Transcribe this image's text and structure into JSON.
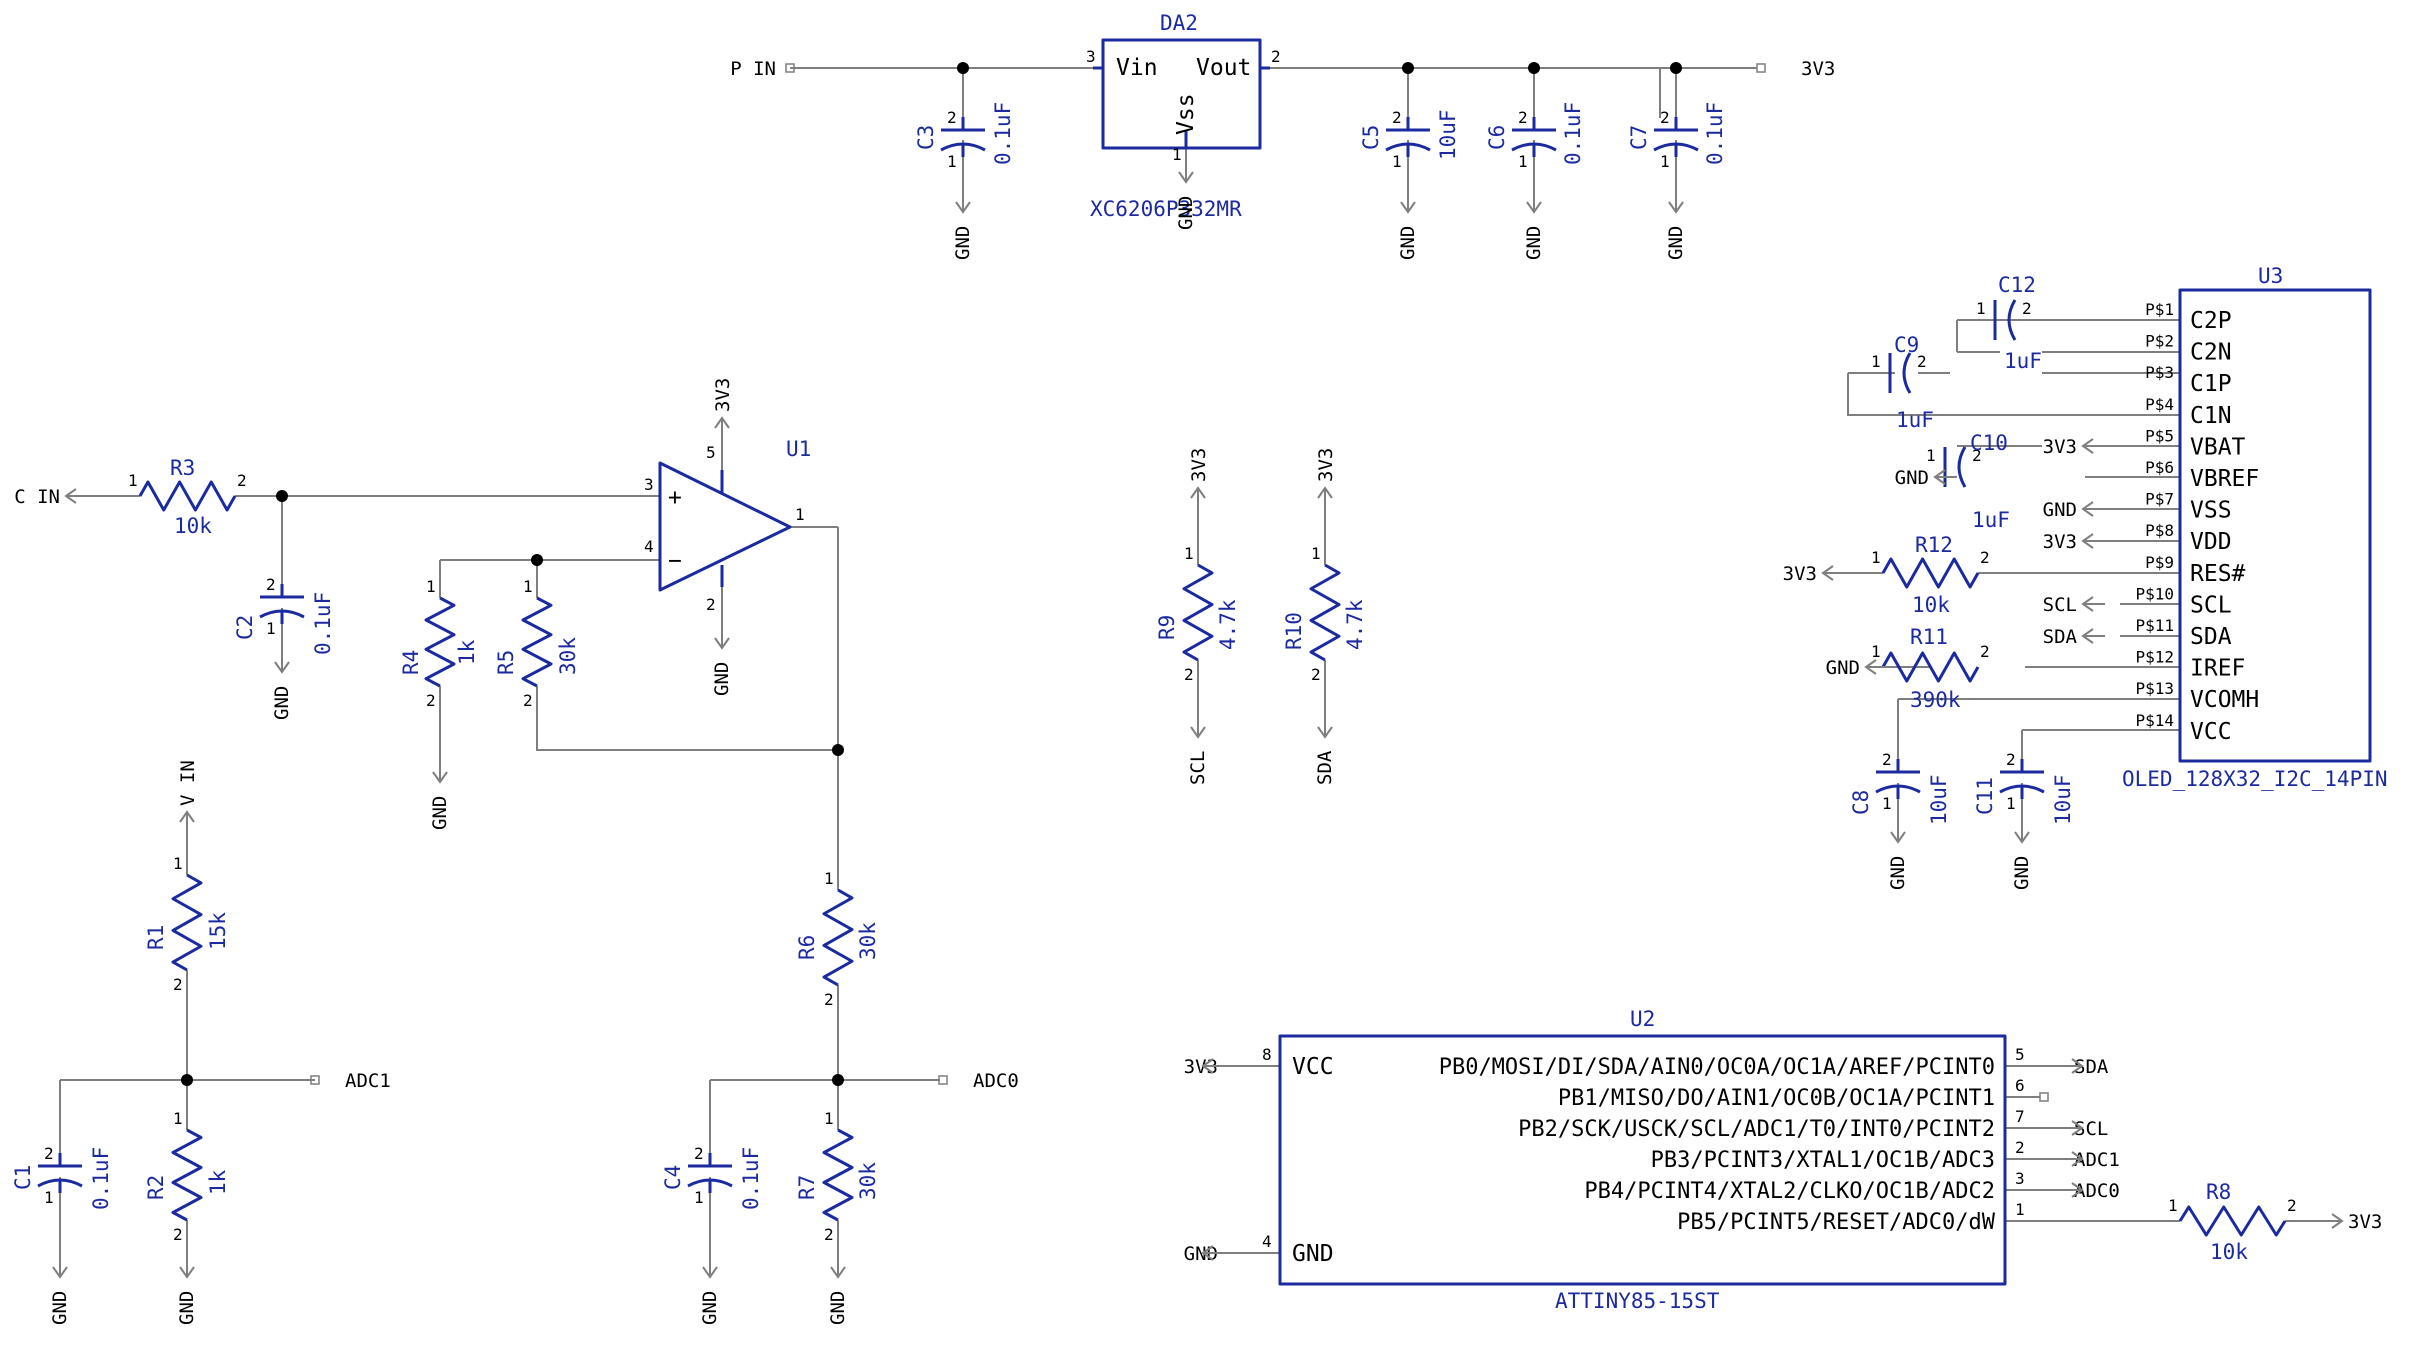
{
  "regulator": {
    "ref": "DA2",
    "value": "XC6206P332MR",
    "pins": {
      "vin": "Vin",
      "vout": "Vout",
      "vss": "Vss"
    },
    "pin_nums": {
      "vin": "3",
      "vout": "2",
      "vss": "1"
    }
  },
  "opamp": {
    "ref": "U1",
    "pin_plus": "3",
    "pin_minus": "4",
    "pin_out": "1",
    "pin_vcc": "5",
    "pin_gnd": "2",
    "plus": "+",
    "minus": "−"
  },
  "mcu": {
    "ref": "U2",
    "value": "ATTINY85-15ST",
    "left": [
      {
        "num": "8",
        "name": "VCC",
        "net": "3V3"
      },
      {
        "num": "4",
        "name": "GND",
        "net": "GND"
      }
    ],
    "right": [
      {
        "num": "5",
        "name": "PB0/MOSI/DI/SDA/AIN0/OC0A/OC1A/AREF/PCINT0",
        "net": "SDA"
      },
      {
        "num": "6",
        "name": "PB1/MISO/DO/AIN1/OC0B/OC1A/PCINT1",
        "net": ""
      },
      {
        "num": "7",
        "name": "PB2/SCK/USCK/SCL/ADC1/T0/INT0/PCINT2",
        "net": "SCL"
      },
      {
        "num": "2",
        "name": "PB3/PCINT3/XTAL1/OC1B/ADC3",
        "net": "ADC1"
      },
      {
        "num": "3",
        "name": "PB4/PCINT4/XTAL2/CLKO/OC1B/ADC2",
        "net": "ADC0"
      },
      {
        "num": "1",
        "name": "PB5/PCINT5/RESET/ADC0/dW",
        "net": ""
      }
    ]
  },
  "oled": {
    "ref": "U3",
    "value": "OLED_128X32_I2C_14PIN",
    "pins": [
      {
        "pad": "P$1",
        "name": "C2P"
      },
      {
        "pad": "P$2",
        "name": "C2N"
      },
      {
        "pad": "P$3",
        "name": "C1P"
      },
      {
        "pad": "P$4",
        "name": "C1N"
      },
      {
        "pad": "P$5",
        "name": "VBAT"
      },
      {
        "pad": "P$6",
        "name": "VBREF"
      },
      {
        "pad": "P$7",
        "name": "VSS"
      },
      {
        "pad": "P$8",
        "name": "VDD"
      },
      {
        "pad": "P$9",
        "name": "RES#"
      },
      {
        "pad": "P$10",
        "name": "SCL"
      },
      {
        "pad": "P$11",
        "name": "SDA"
      },
      {
        "pad": "P$12",
        "name": "IREF"
      },
      {
        "pad": "P$13",
        "name": "VCOMH"
      },
      {
        "pad": "P$14",
        "name": "VCC"
      }
    ]
  },
  "components": {
    "C1": {
      "ref": "C1",
      "value": "0.1uF"
    },
    "C2": {
      "ref": "C2",
      "value": "0.1uF"
    },
    "C3": {
      "ref": "C3",
      "value": "0.1uF"
    },
    "C4": {
      "ref": "C4",
      "value": "0.1uF"
    },
    "C5": {
      "ref": "C5",
      "value": "10uF"
    },
    "C6": {
      "ref": "C6",
      "value": "0.1uF"
    },
    "C7": {
      "ref": "C7",
      "value": "0.1uF"
    },
    "C8": {
      "ref": "C8",
      "value": "10uF"
    },
    "C9": {
      "ref": "C9",
      "value": "1uF"
    },
    "C10": {
      "ref": "C10",
      "value": "1uF"
    },
    "C11": {
      "ref": "C11",
      "value": "10uF"
    },
    "C12": {
      "ref": "C12",
      "value": "1uF"
    },
    "R1": {
      "ref": "R1",
      "value": "15k"
    },
    "R2": {
      "ref": "R2",
      "value": "1k"
    },
    "R3": {
      "ref": "R3",
      "value": "10k"
    },
    "R4": {
      "ref": "R4",
      "value": "1k"
    },
    "R5": {
      "ref": "R5",
      "value": "30k"
    },
    "R6": {
      "ref": "R6",
      "value": "30k"
    },
    "R7": {
      "ref": "R7",
      "value": "30k"
    },
    "R8": {
      "ref": "R8",
      "value": "10k"
    },
    "R9": {
      "ref": "R9",
      "value": "4.7k"
    },
    "R10": {
      "ref": "R10",
      "value": "4.7k"
    },
    "R11": {
      "ref": "R11",
      "value": "390k"
    },
    "R12": {
      "ref": "R12",
      "value": "10k"
    }
  },
  "pin_labels": {
    "one": "1",
    "two": "2"
  },
  "nets": {
    "gnd": "GND",
    "v33": "3V3",
    "pin": "P IN",
    "cin": "C IN",
    "vin": "V IN",
    "adc0": "ADC0",
    "adc1": "ADC1",
    "scl": "SCL",
    "sda": "SDA"
  }
}
